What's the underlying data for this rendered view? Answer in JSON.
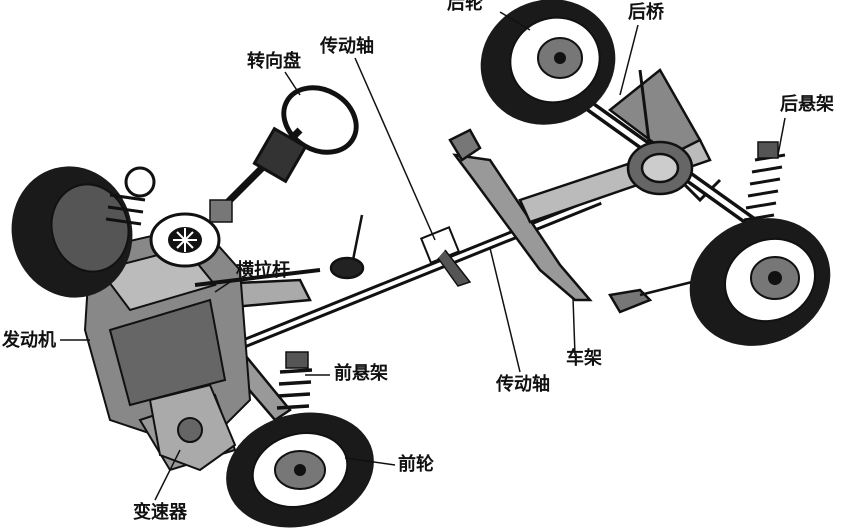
{
  "labels": {
    "rear_wheel": "后轮",
    "rear_axle": "后桥",
    "steering_wheel": "转向盘",
    "drive_shaft_top": "传动轴",
    "rear_suspension": "后悬架",
    "tie_rod": "横拉杆",
    "engine": "发动机",
    "front_suspension": "前悬架",
    "frame": "车架",
    "drive_shaft_bottom": "传动轴",
    "front_wheel": "前轮",
    "transmission": "变速器"
  },
  "colors": {
    "ink": "#111111",
    "tire": "#1a1a1a",
    "paper": "#ffffff"
  }
}
